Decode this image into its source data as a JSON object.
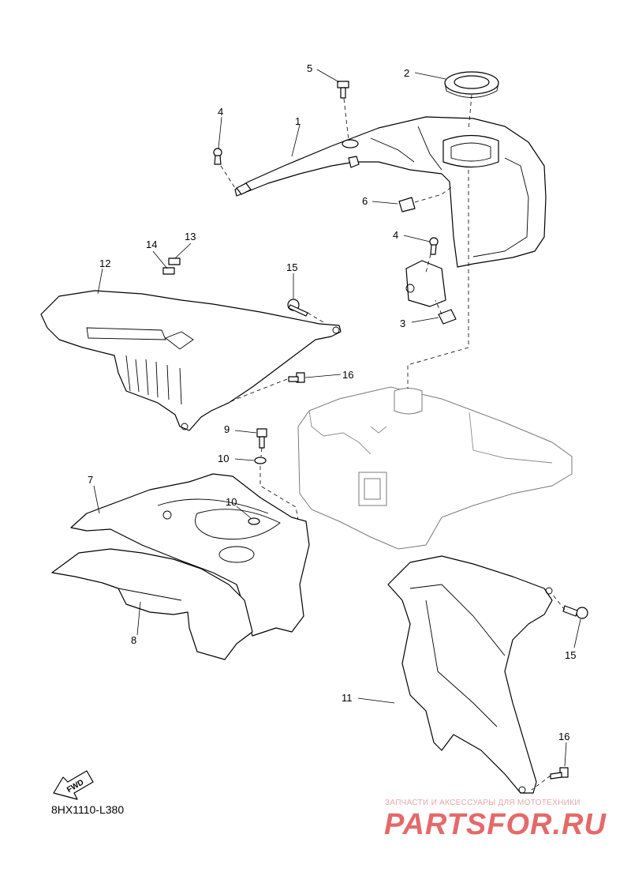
{
  "diagram": {
    "code": "8HX1110-L380",
    "fwd_label": "FWD",
    "callouts": [
      {
        "id": "c1",
        "text": "1"
      },
      {
        "id": "c2",
        "text": "2"
      },
      {
        "id": "c3",
        "text": "3"
      },
      {
        "id": "c4a",
        "text": "4"
      },
      {
        "id": "c4b",
        "text": "4"
      },
      {
        "id": "c5",
        "text": "5"
      },
      {
        "id": "c6",
        "text": "6"
      },
      {
        "id": "c7",
        "text": "7"
      },
      {
        "id": "c8",
        "text": "8"
      },
      {
        "id": "c9",
        "text": "9"
      },
      {
        "id": "c10a",
        "text": "10"
      },
      {
        "id": "c10b",
        "text": "10"
      },
      {
        "id": "c11",
        "text": "11"
      },
      {
        "id": "c12",
        "text": "12"
      },
      {
        "id": "c13",
        "text": "13"
      },
      {
        "id": "c14",
        "text": "14"
      },
      {
        "id": "c15a",
        "text": "15"
      },
      {
        "id": "c15b",
        "text": "15"
      },
      {
        "id": "c16a",
        "text": "16"
      },
      {
        "id": "c16b",
        "text": "16"
      }
    ]
  },
  "watermark": {
    "tagline": "ЗАПЧАСТИ И АКСЕССУАРЫ ДЛЯ МОТОТЕХНИКИ",
    "brand": "PARTSFOR.RU",
    "color": "#e46a6a"
  }
}
